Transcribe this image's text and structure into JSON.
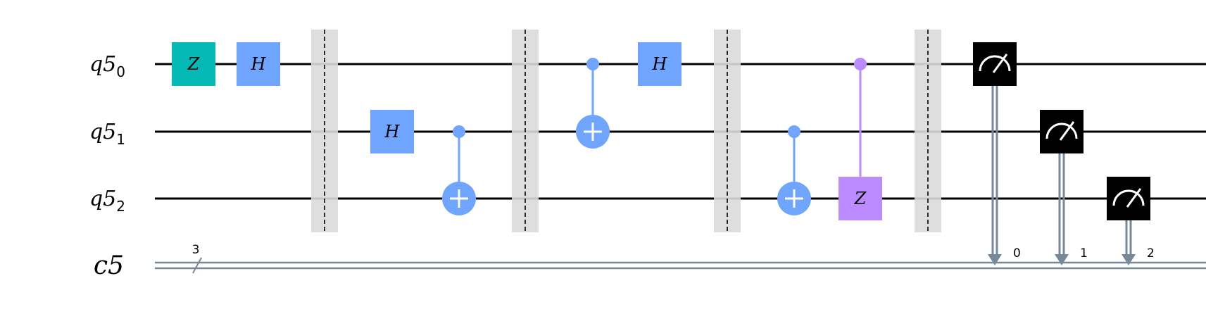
{
  "qubits": [
    {
      "name": "q5",
      "index": "0"
    },
    {
      "name": "q5",
      "index": "1"
    },
    {
      "name": "q5",
      "index": "2"
    }
  ],
  "clbit": {
    "name": "c5",
    "width_label": "3"
  },
  "colors": {
    "z_single": "#05BAB6",
    "h": "#6FA4FF",
    "cnot": "#6FA4FF",
    "cz": "#BB8BFF",
    "measure": "#000000",
    "barrier": "#DADADA",
    "classical_wire": "#778899"
  },
  "gates": [
    {
      "type": "single",
      "label": "Z",
      "color": "#05BAB6",
      "qubit": 0,
      "step": 0
    },
    {
      "type": "single",
      "label": "H",
      "color": "#6FA4FF",
      "qubit": 0,
      "step": 1
    },
    {
      "type": "barrier",
      "step": 2
    },
    {
      "type": "single",
      "label": "H",
      "color": "#6FA4FF",
      "qubit": 1,
      "step": 3
    },
    {
      "type": "cnot",
      "control": 1,
      "target": 2,
      "color": "#6FA4FF",
      "step": 4
    },
    {
      "type": "barrier",
      "step": 5
    },
    {
      "type": "cnot",
      "control": 0,
      "target": 1,
      "color": "#6FA4FF",
      "step": 6
    },
    {
      "type": "single",
      "label": "H",
      "color": "#6FA4FF",
      "qubit": 0,
      "step": 7
    },
    {
      "type": "barrier",
      "step": 8
    },
    {
      "type": "cnot",
      "control": 1,
      "target": 2,
      "color": "#6FA4FF",
      "step": 9
    },
    {
      "type": "cz",
      "control": 0,
      "target": 2,
      "label": "Z",
      "color": "#BB8BFF",
      "step": 10
    },
    {
      "type": "barrier",
      "step": 11
    },
    {
      "type": "measure",
      "qubit": 0,
      "clbit_label": "0",
      "step": 12
    },
    {
      "type": "measure",
      "qubit": 1,
      "clbit_label": "1",
      "step": 13
    },
    {
      "type": "measure",
      "qubit": 2,
      "clbit_label": "2",
      "step": 14
    }
  ]
}
